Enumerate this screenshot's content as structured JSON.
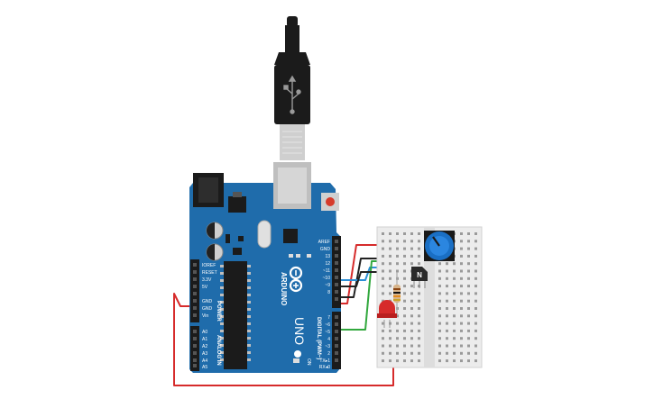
{
  "board": {
    "model": "UNO",
    "logo_text": "ARDUINO",
    "header_power": "POWER",
    "header_analog": "ANALOG IN",
    "header_digital": "DIGITAL (PWM~)",
    "on_label": "ON",
    "left_pins": [
      "IOREF",
      "RESET",
      "3.3V",
      "5V",
      "GND",
      "GND",
      "Vin"
    ],
    "analog_pins": [
      "A0",
      "A1",
      "A2",
      "A3",
      "A4",
      "A5"
    ],
    "digital_pins": [
      "AREF",
      "GND",
      "13",
      "12",
      "~11",
      "~10",
      "~9",
      "8",
      "7",
      "~6",
      "~5",
      "4",
      "~3",
      "2",
      "TX▸1",
      "RX◂0"
    ]
  },
  "components": {
    "usb_cable": "usb-b-cable-icon",
    "breadboard": "mini-breadboard",
    "potentiometer": "potentiometer-icon",
    "transistor_label": "N",
    "resistor": "resistor-icon",
    "led": "red-led-icon"
  },
  "colors": {
    "board": "#1f6cab",
    "wire_red": "#d62b2b",
    "wire_black": "#222222",
    "wire_blue": "#2c8fd6",
    "wire_green": "#32a83e",
    "breadboard": "#ececec",
    "pot": "#1a6fc4"
  }
}
